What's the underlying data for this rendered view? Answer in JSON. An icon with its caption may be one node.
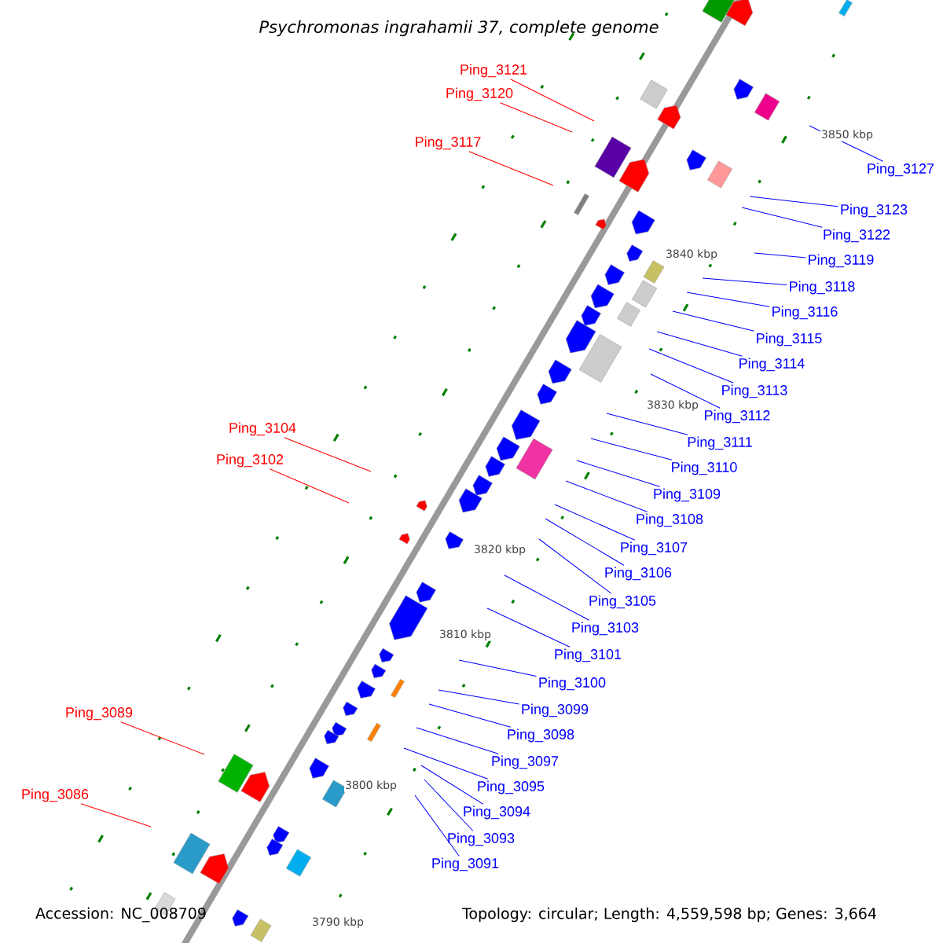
{
  "diagram": {
    "title": "*Psychromonas ingrahamii* 37, complete genome",
    "nodes": [
      {
        "text": [
          "Ping_3121"
        ]
      },
      {
        "text": [
          "Ping_3120"
        ]
      },
      {
        "text": [
          "Ping_3117"
        ]
      },
      {
        "text": [
          "Ping_3127"
        ]
      },
      {
        "text": [
          "Ping_3123"
        ]
      },
      {
        "text": [
          "Ping_3122"
        ]
      },
      {
        "text": [
          "Ping_3119"
        ]
      },
      {
        "text": [
          "Ping_3118"
        ]
      },
      {
        "text": [
          "Ping_3116"
        ]
      },
      {
        "text": [
          "Ping_3115"
        ]
      },
      {
        "text": [
          "Ping_3114"
        ]
      },
      {
        "text": [
          "Ping_3113"
        ]
      },
      {
        "text": [
          "Ping_3112"
        ]
      },
      {
        "text": [
          "Ping_3104"
        ]
      },
      {
        "text": [
          "Ping_3111"
        ]
      },
      {
        "text": [
          "Ping_3102"
        ]
      },
      {
        "text": [
          "Ping_3110"
        ]
      },
      {
        "text": [
          "Ping_3109"
        ]
      },
      {
        "text": [
          "Ping_3108"
        ]
      },
      {
        "text": [
          "Ping_3107"
        ]
      },
      {
        "text": [
          "Ping_3106"
        ]
      },
      {
        "text": [
          "Ping_3105"
        ]
      },
      {
        "text": [
          "Ping_3103"
        ]
      },
      {
        "text": [
          "Ping_3101"
        ]
      },
      {
        "text": [
          "Ping_3100"
        ]
      },
      {
        "text": [
          "Ping_3099"
        ]
      },
      {
        "text": [
          "Ping_3089"
        ]
      },
      {
        "text": [
          "Ping_3098"
        ]
      },
      {
        "text": [
          "Ping_3097"
        ]
      },
      {
        "text": [
          "Ping_3095"
        ]
      },
      {
        "text": [
          "Ping_3086"
        ]
      },
      {
        "text": [
          "Ping_3094"
        ]
      },
      {
        "text": [
          "Ping_3093"
        ]
      },
      {
        "text": [
          "Ping_3091"
        ]
      }
    ],
    "edges": [
      {
        "from": 0,
        "to": null,
        "arrow": "none",
        "color": "#ff0000"
      },
      {
        "from": 1,
        "to": null,
        "arrow": "none",
        "color": "#ff0000"
      },
      {
        "from": 2,
        "to": null,
        "arrow": "none",
        "color": "#ff0000"
      },
      {
        "from": 3,
        "to": null,
        "arrow": "none"
      },
      {
        "from": 4,
        "to": null,
        "arrow": "none"
      },
      {
        "from": 5,
        "to": null,
        "arrow": "none"
      },
      {
        "from": 6,
        "to": null,
        "arrow": "none"
      },
      {
        "from": 7,
        "to": null,
        "arrow": "none"
      },
      {
        "from": 8,
        "to": null,
        "arrow": "none"
      },
      {
        "from": 9,
        "to": null,
        "arrow": "none"
      },
      {
        "from": 10,
        "to": null,
        "arrow": "none"
      },
      {
        "from": 11,
        "to": null,
        "arrow": "none"
      },
      {
        "from": 12,
        "to": null,
        "arrow": "none"
      },
      {
        "from": 13,
        "to": null,
        "arrow": "none",
        "color": "#ff0000"
      },
      {
        "from": 14,
        "to": null,
        "arrow": "none"
      },
      {
        "from": 15,
        "to": null,
        "arrow": "none",
        "color": "#ff0000"
      },
      {
        "from": 16,
        "to": null,
        "arrow": "none"
      },
      {
        "from": 17,
        "to": null,
        "arrow": "none"
      },
      {
        "from": 18,
        "to": null,
        "arrow": "none"
      },
      {
        "from": 19,
        "to": null,
        "arrow": "none"
      },
      {
        "from": 20,
        "to": null,
        "arrow": "none"
      },
      {
        "from": 21,
        "to": null,
        "arrow": "none"
      },
      {
        "from": 22,
        "to": null,
        "arrow": "none"
      },
      {
        "from": 23,
        "to": null,
        "arrow": "none"
      },
      {
        "from": 24,
        "to": null,
        "arrow": "none"
      },
      {
        "from": 25,
        "to": null,
        "arrow": "none"
      },
      {
        "from": 26,
        "to": null,
        "arrow": "none",
        "color": "#ff0000"
      },
      {
        "from": 27,
        "to": null,
        "arrow": "none"
      },
      {
        "from": 28,
        "to": null,
        "arrow": "none"
      },
      {
        "from": 29,
        "to": null,
        "arrow": "none"
      },
      {
        "from": 30,
        "to": null,
        "arrow": "none",
        "color": "#ff0000"
      },
      {
        "from": 31,
        "to": null,
        "arrow": "none"
      },
      {
        "from": 32,
        "to": null,
        "arrow": "none"
      },
      {
        "from": 33,
        "to": null,
        "arrow": "none"
      }
    ],
    "labels": [
      "3850 kbp",
      "3840 kbp",
      "3830 kbp",
      "3820 kbp",
      "3810 kbp",
      "3800 kbp",
      "3790 kbp",
      "Accession: NC_008709",
      "Topology: circular; Length: 4,559,598 bp; Genes: 3,664"
    ]
  }
}
